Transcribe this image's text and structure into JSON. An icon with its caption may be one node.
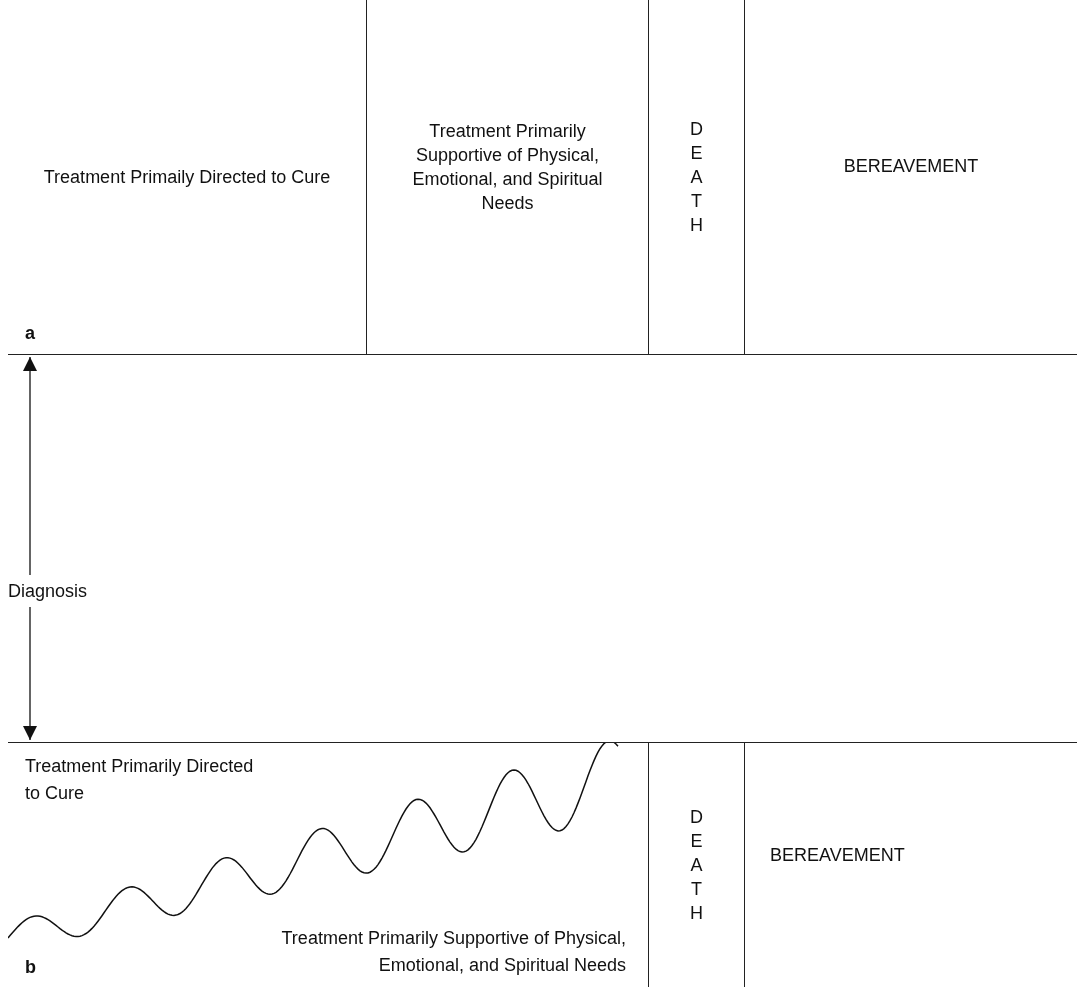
{
  "diagram": {
    "nodes": [
      {
        "text": [
          "Treatment Primaily Directed to Cure"
        ]
      },
      {
        "text": [
          "Treatment Primarily Supportive of Physical, Emotional, and Spiritual Needs"
        ]
      },
      {
        "text": [
          "DEATH"
        ]
      },
      {
        "text": [
          "BEREAVEMENT"
        ]
      },
      {
        "text": [
          "Treatment Primarily Directed to Cure",
          "Treatment Primarily Supportive of Physical, Emotional, and Spiritual Needs"
        ]
      },
      {
        "text": [
          "DEATH"
        ]
      },
      {
        "text": [
          "BEREAVEMENT"
        ]
      }
    ],
    "edges": [
      {
        "from": 0,
        "to": 4,
        "arrow": "both",
        "label": "Diagnosis"
      }
    ],
    "labels": [
      "a",
      "b"
    ]
  }
}
